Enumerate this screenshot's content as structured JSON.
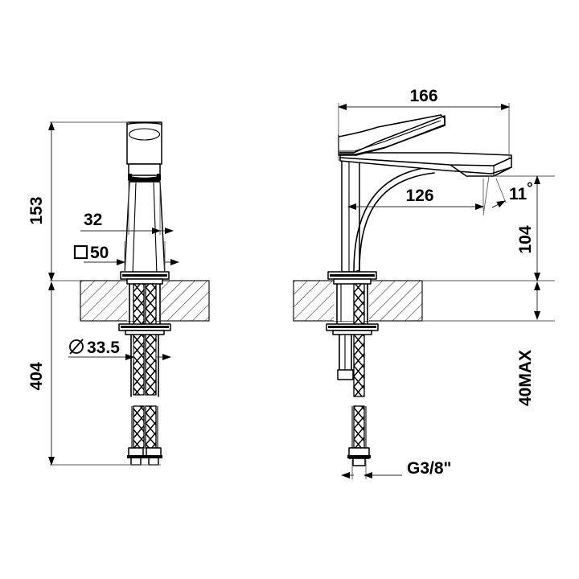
{
  "drawing": {
    "title": "Single-lever basin mixer tap — technical dimension drawing",
    "units": "mm",
    "background_color": "#ffffff",
    "line_color": "#000000",
    "dimension_line_color": "#2b2b2b",
    "views": [
      {
        "name": "front-view",
        "label": ""
      },
      {
        "name": "side-view",
        "label": ""
      }
    ]
  },
  "dimensions": {
    "front": {
      "overall_height_above_counter": "153",
      "spout_body_width": "32",
      "base_plate_size": "50",
      "base_plate_prefix_symbol": "square",
      "shank_diameter": "33.5",
      "shank_diameter_prefix_symbol": "diameter",
      "overall_height_below": "404"
    },
    "side": {
      "overall_depth": "166",
      "spout_reach": "126",
      "spout_angle": "11",
      "spout_angle_unit": "°",
      "spout_height": "104",
      "max_counter_thickness": "40MAX",
      "thread_size": "G3/8\""
    }
  },
  "labels": {
    "d153": "153",
    "d32": "32",
    "d50": "50",
    "d335": "33.5",
    "d404": "404",
    "d166": "166",
    "d126": "126",
    "d11": "11",
    "deg": "°",
    "d104": "104",
    "d40max": "40MAX",
    "g38": "G3/8\""
  }
}
